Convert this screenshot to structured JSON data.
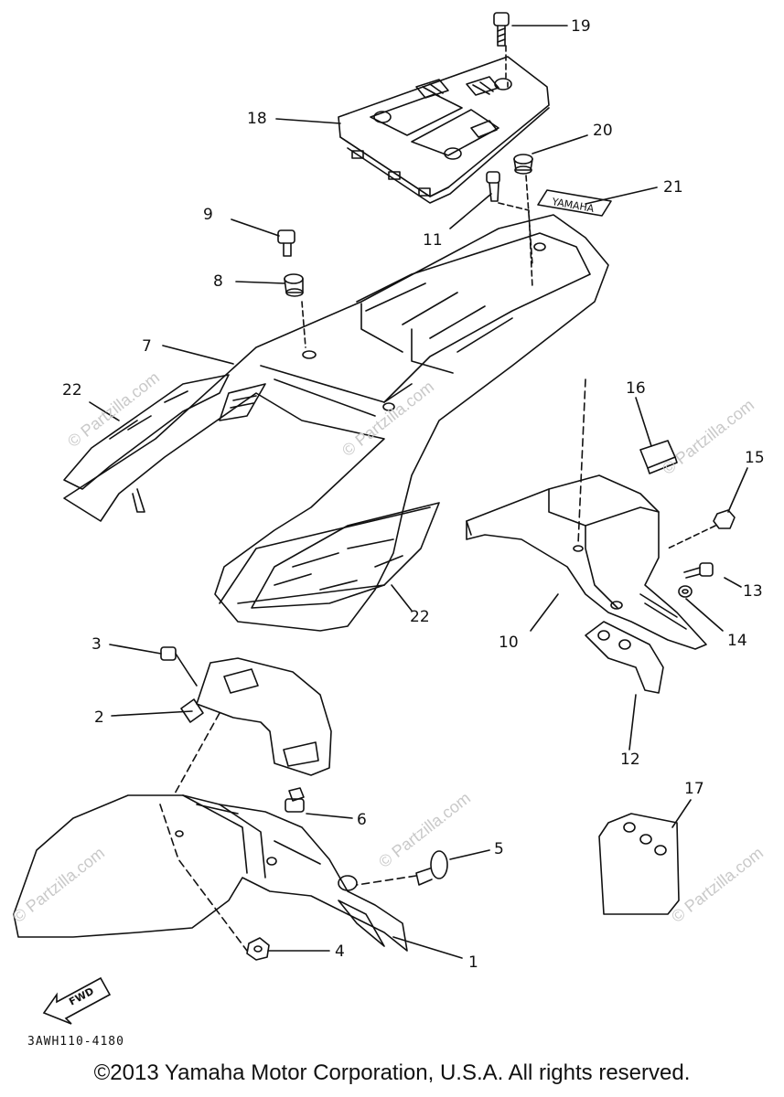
{
  "callouts": [
    "19",
    "18",
    "20",
    "21",
    "11",
    "9",
    "8",
    "7",
    "22",
    "16",
    "15",
    "13",
    "14",
    "10",
    "22",
    "3",
    "2",
    "12",
    "6",
    "17",
    "5",
    "4",
    "1"
  ],
  "fwd_label": "FWD",
  "ref_code": "3AWH110-4180",
  "copyright": "©2013 Yamaha Motor Corporation, U.S.A. All rights reserved.",
  "watermark": "© Partzilla.com",
  "decal_text": "YAMAHA"
}
